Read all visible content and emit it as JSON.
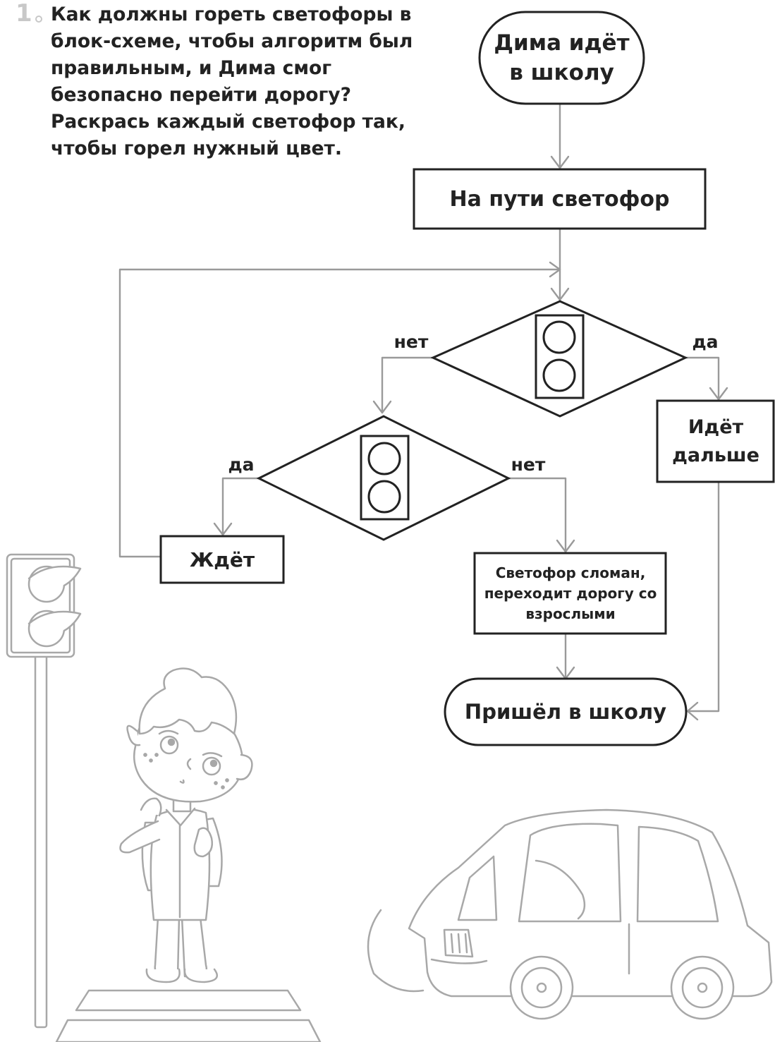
{
  "task": {
    "number": "1",
    "question": "Как должны гореть светофоры в блок-схеме, чтобы алгоритм был правильным, и Дима смог безопасно перейти дорогу? Раскрась каждый светофор так, чтобы горел нужный цвет."
  },
  "flowchart": {
    "start": "Дима идёт в школу",
    "step_traffic_light": "На пути светофор",
    "decision1_no": "нет",
    "decision1_yes": "да",
    "goes_on": "Идёт дальше",
    "decision2_yes": "да",
    "decision2_no": "нет",
    "waits": "Ждёт",
    "broken": "Светофор сломан, переходит дорогу со взрослыми",
    "end": "Пришёл в школу"
  },
  "colors": {
    "lines": "#222222",
    "arrows": "#9a9a9a",
    "illustration": "#a8a8a8"
  }
}
